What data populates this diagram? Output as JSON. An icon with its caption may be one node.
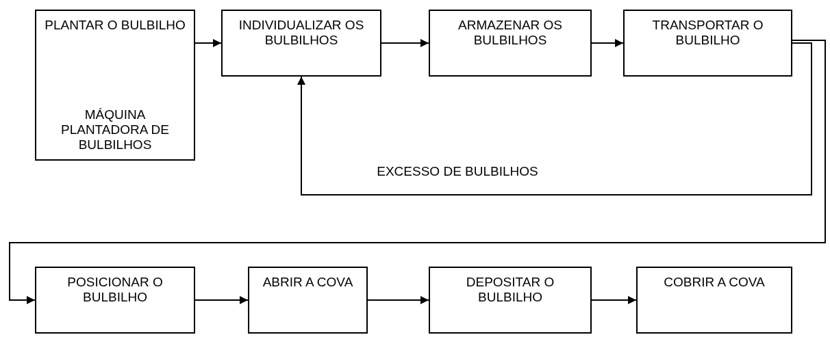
{
  "diagram": {
    "nodes": [
      {
        "text": [
          "PLANTAR O BULBILHO",
          "MÁQUINA PLANTADORA DE BULBILHOS"
        ]
      },
      {
        "text": [
          "INDIVIDUALIZAR OS BULBILHOS"
        ]
      },
      {
        "text": [
          "ARMAZENAR OS BULBILHOS"
        ]
      },
      {
        "text": [
          "TRANSPORTAR O BULBILHO"
        ]
      },
      {
        "text": [
          "POSICIONAR O BULBILHO"
        ]
      },
      {
        "text": [
          "ABRIR A COVA"
        ]
      },
      {
        "text": [
          "DEPOSITAR O BULBILHO"
        ]
      },
      {
        "text": [
          "COBRIR A COVA"
        ]
      }
    ],
    "edges": [
      {
        "from": 0,
        "to": 1,
        "arrow": "to"
      },
      {
        "from": 1,
        "to": 2,
        "arrow": "to"
      },
      {
        "from": 2,
        "to": 3,
        "arrow": "to"
      },
      {
        "from": 3,
        "to": 1,
        "arrow": "to",
        "label": "EXCESSO DE BULBILHOS"
      },
      {
        "from": 3,
        "to": 4,
        "arrow": "to"
      },
      {
        "from": 4,
        "to": 5,
        "arrow": "to"
      },
      {
        "from": 5,
        "to": 6,
        "arrow": "to"
      },
      {
        "from": 6,
        "to": 7,
        "arrow": "to"
      }
    ]
  }
}
